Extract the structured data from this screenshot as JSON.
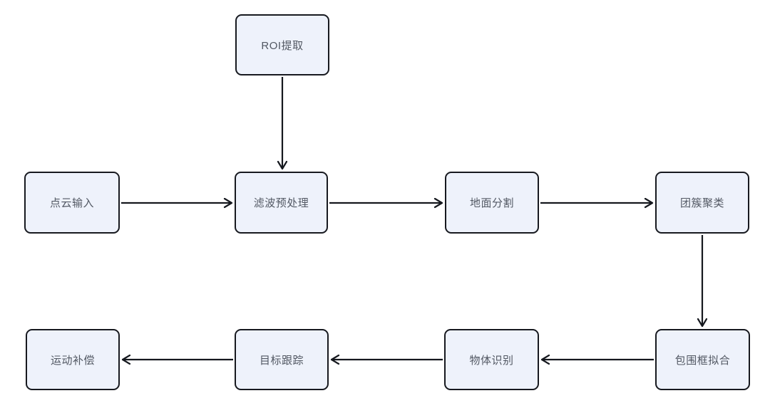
{
  "diagram": {
    "type": "flowchart",
    "colors": {
      "background": "#ffffff",
      "node_fill": "#eef2fb",
      "node_border": "#17191f",
      "node_text": "#525863",
      "arrow": "#15181e"
    },
    "nodes": [
      {
        "id": "roi",
        "label": "ROI提取"
      },
      {
        "id": "input",
        "label": "点云输入"
      },
      {
        "id": "filter",
        "label": "滤波预处理"
      },
      {
        "id": "ground",
        "label": "地面分割"
      },
      {
        "id": "cluster",
        "label": "团簇聚类"
      },
      {
        "id": "bbox",
        "label": "包围框拟合"
      },
      {
        "id": "object",
        "label": "物体识别"
      },
      {
        "id": "track",
        "label": "目标跟踪"
      },
      {
        "id": "motion",
        "label": "运动补偿"
      }
    ],
    "edges": [
      {
        "from": "roi",
        "to": "filter",
        "direction": "down"
      },
      {
        "from": "input",
        "to": "filter",
        "direction": "right"
      },
      {
        "from": "filter",
        "to": "ground",
        "direction": "right"
      },
      {
        "from": "ground",
        "to": "cluster",
        "direction": "right"
      },
      {
        "from": "cluster",
        "to": "bbox",
        "direction": "down"
      },
      {
        "from": "bbox",
        "to": "object",
        "direction": "left"
      },
      {
        "from": "object",
        "to": "track",
        "direction": "left"
      },
      {
        "from": "track",
        "to": "motion",
        "direction": "left"
      }
    ]
  }
}
